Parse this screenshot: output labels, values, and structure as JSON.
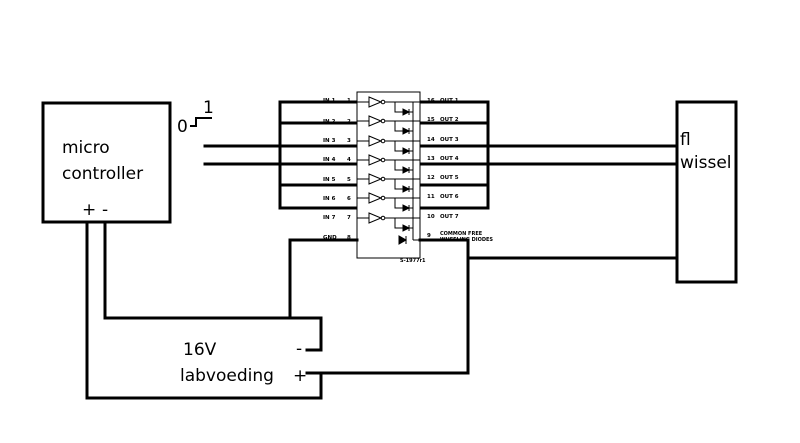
{
  "microcontroller": {
    "line1": "micro",
    "line2": "controller",
    "plus": "+",
    "minus": "-"
  },
  "signal": {
    "low": "0",
    "high": "1"
  },
  "power_supply": {
    "voltage": "16V",
    "name": "labvoeding",
    "minus": "-",
    "plus": "+"
  },
  "turnout": {
    "line1": "fl",
    "line2": "wissel"
  },
  "ic": {
    "inputs": [
      "IN 1",
      "IN 2",
      "IN 3",
      "IN 4",
      "IN 5",
      "IN 6",
      "IN 7"
    ],
    "input_pins": [
      "1",
      "2",
      "3",
      "4",
      "5",
      "6",
      "7"
    ],
    "outputs": [
      "OUT 1",
      "OUT 2",
      "OUT 3",
      "OUT 4",
      "OUT 5",
      "OUT 6",
      "OUT 7"
    ],
    "output_pins": [
      "16",
      "15",
      "14",
      "13",
      "12",
      "11",
      "10"
    ],
    "gnd_label": "GND",
    "gnd_pin": "8",
    "common_pin": "9",
    "common_label_1": "COMMON  FREE",
    "common_label_2": "WHEELING DIODES",
    "part_code": "S-1977r1"
  }
}
